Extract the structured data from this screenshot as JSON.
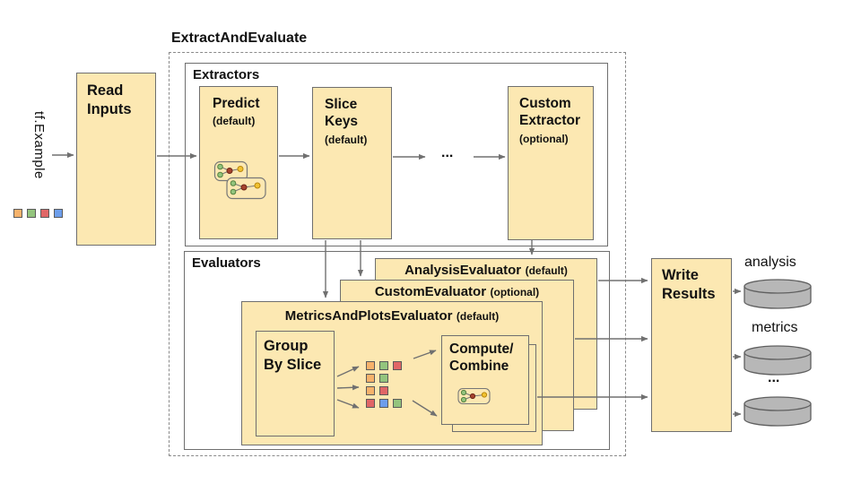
{
  "colors": {
    "box-fill": "#fce8b2",
    "box-border": "#6f6f6f",
    "arrow": "#707070",
    "text": "#111111",
    "cylinder-fill": "#b7b7b7",
    "cylinder-stroke": "#5f5f5f",
    "sq-orange": "#f6b26b",
    "sq-green": "#93c47d",
    "sq-red": "#e06666",
    "sq-blue": "#6d9eeb",
    "node-green": "#93c47d",
    "node-green-stroke": "#56823f",
    "node-red": "#a5432e",
    "node-red-stroke": "#6d2415",
    "node-yellow": "#f1c232",
    "node-yellow-stroke": "#b8860b",
    "icon-stroke": "#777777"
  },
  "input": {
    "label": "tf.Example",
    "squares": [
      "orange",
      "green",
      "red",
      "blue"
    ]
  },
  "read_inputs": {
    "label": "Read\nInputs"
  },
  "pipeline": {
    "title": "ExtractAndEvaluate"
  },
  "extractors": {
    "title": "Extractors",
    "predict": {
      "name": "Predict",
      "qualifier": "(default)"
    },
    "slice_keys": {
      "name": "Slice\nKeys",
      "qualifier": "(default)"
    },
    "ellipsis": "...",
    "custom_extractor": {
      "name": "Custom\nExtractor",
      "qualifier": "(optional)"
    }
  },
  "evaluators": {
    "title": "Evaluators",
    "analysis_evaluator": {
      "name": "AnalysisEvaluator",
      "qualifier": "(default)"
    },
    "custom_evaluator": {
      "name": "CustomEvaluator",
      "qualifier": "(optional)"
    },
    "metrics_and_plots_evaluator": {
      "name": "MetricsAndPlotsEvaluator",
      "qualifier": "(default)"
    },
    "group_by_slice": {
      "label": "Group\nBy Slice"
    },
    "slice_rows": [
      [
        "orange",
        "green",
        "red"
      ],
      [
        "orange",
        "green"
      ],
      [
        "orange",
        "red"
      ],
      [
        "red",
        "blue",
        "green"
      ]
    ],
    "compute_combine": {
      "label": "Compute/\nCombine"
    }
  },
  "write_results": {
    "label": "Write\nResults"
  },
  "outputs": {
    "labels": [
      "analysis",
      "metrics",
      "..."
    ]
  }
}
